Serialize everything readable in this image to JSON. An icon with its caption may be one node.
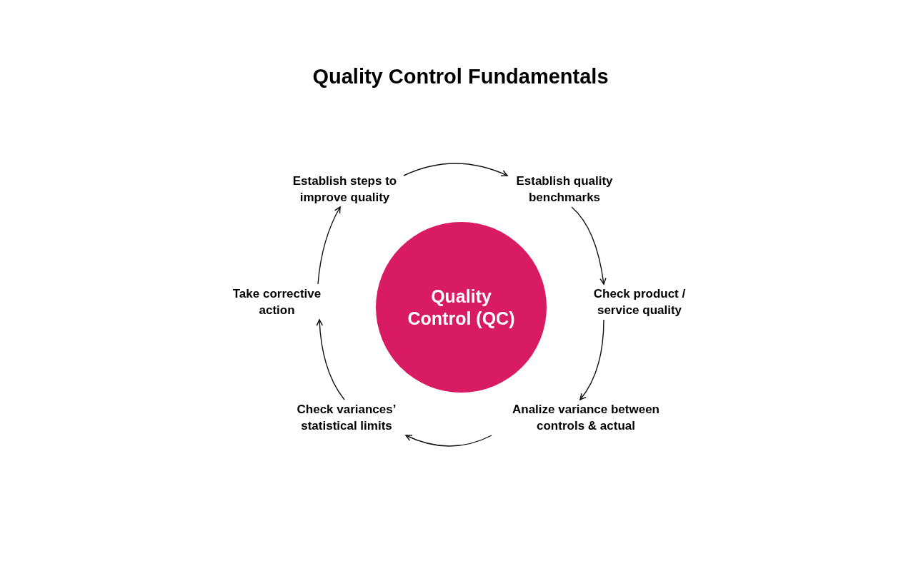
{
  "diagram": {
    "title": "Quality Control Fundamentals",
    "nodes": [
      {
        "text": [
          "Establish steps to improve quality"
        ]
      },
      {
        "text": [
          "Establish quality benchmarks"
        ]
      },
      {
        "text": [
          "Check product / service quality"
        ]
      },
      {
        "text": [
          "Analize variance between controls & actual"
        ]
      },
      {
        "text": [
          "Check variances’ statistical limits"
        ]
      },
      {
        "text": [
          "Take corrective action"
        ]
      },
      {
        "text": [
          "Quality Control (QC)"
        ]
      }
    ],
    "edges": [
      {
        "from": 0,
        "to": 1,
        "arrow": "to"
      },
      {
        "from": 1,
        "to": 2,
        "arrow": "to"
      },
      {
        "from": 2,
        "to": 3,
        "arrow": "to"
      },
      {
        "from": 3,
        "to": 4,
        "arrow": "to"
      },
      {
        "from": 4,
        "to": 5,
        "arrow": "to"
      },
      {
        "from": 5,
        "to": 0,
        "arrow": "to"
      }
    ]
  }
}
